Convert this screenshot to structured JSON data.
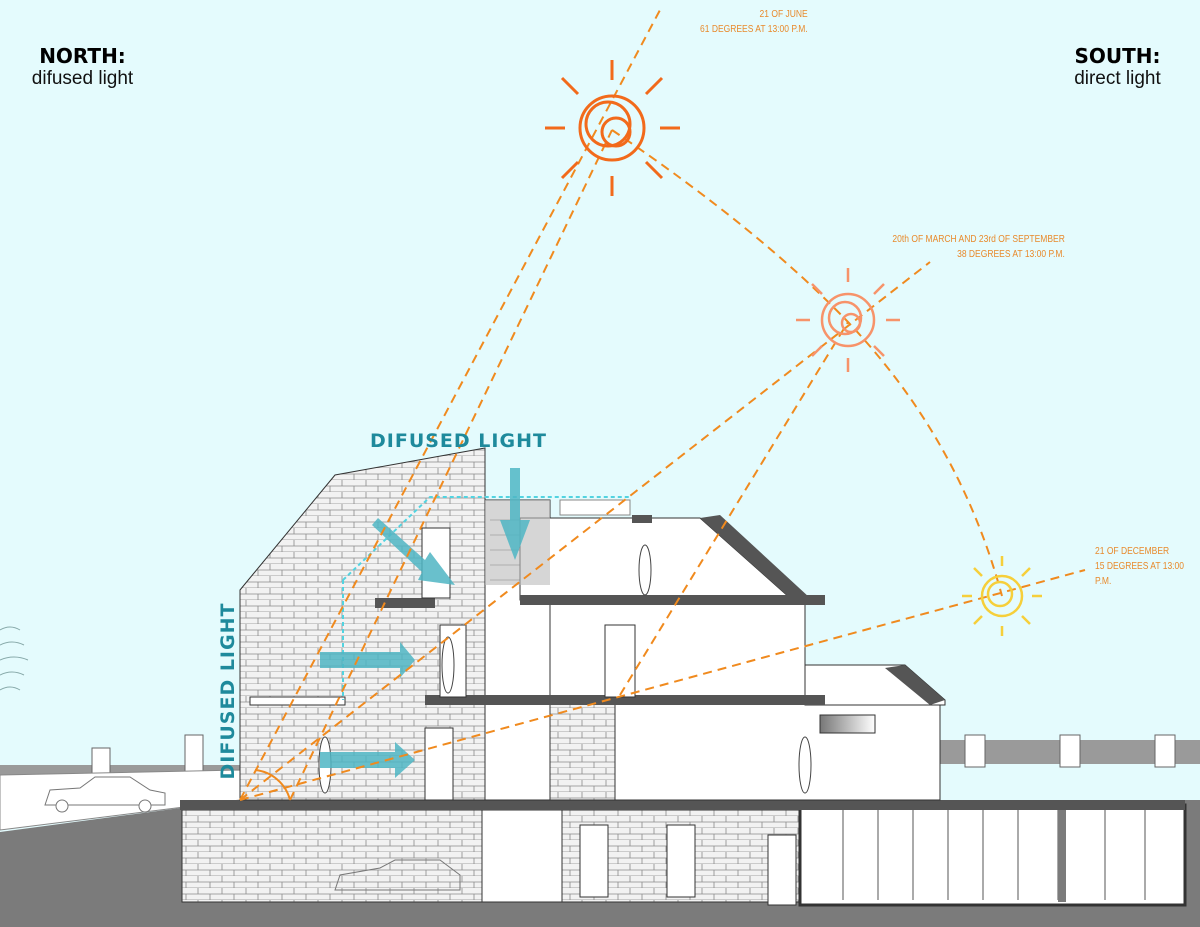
{
  "north": {
    "title": "NORTH:",
    "subtitle": "difused light"
  },
  "south": {
    "title": "SOUTH:",
    "subtitle": "direct light"
  },
  "suns": [
    {
      "date": "21 OF JUNE",
      "angle": "61 DEGREES AT 13:00 P.M.",
      "color": "#f26a1b"
    },
    {
      "date": "20th OF MARCH AND 23rd OF SEPTEMBER",
      "angle": "38 DEGREES AT 13:00 P.M.",
      "color": "#f7936a"
    },
    {
      "date": "21 OF DECEMBER",
      "angle": "15 DEGREES AT 13:00 P.M.",
      "color": "#f6cf3a"
    }
  ],
  "labels": {
    "difused_top": "DIFUSED LIGHT",
    "difused_side": "DIFUSED LIGHT"
  },
  "colors": {
    "sky": "#e4fbfd",
    "ray": "#f08a1e",
    "diffuse": "#1e8a9c",
    "ground": "#7b7b7b"
  }
}
